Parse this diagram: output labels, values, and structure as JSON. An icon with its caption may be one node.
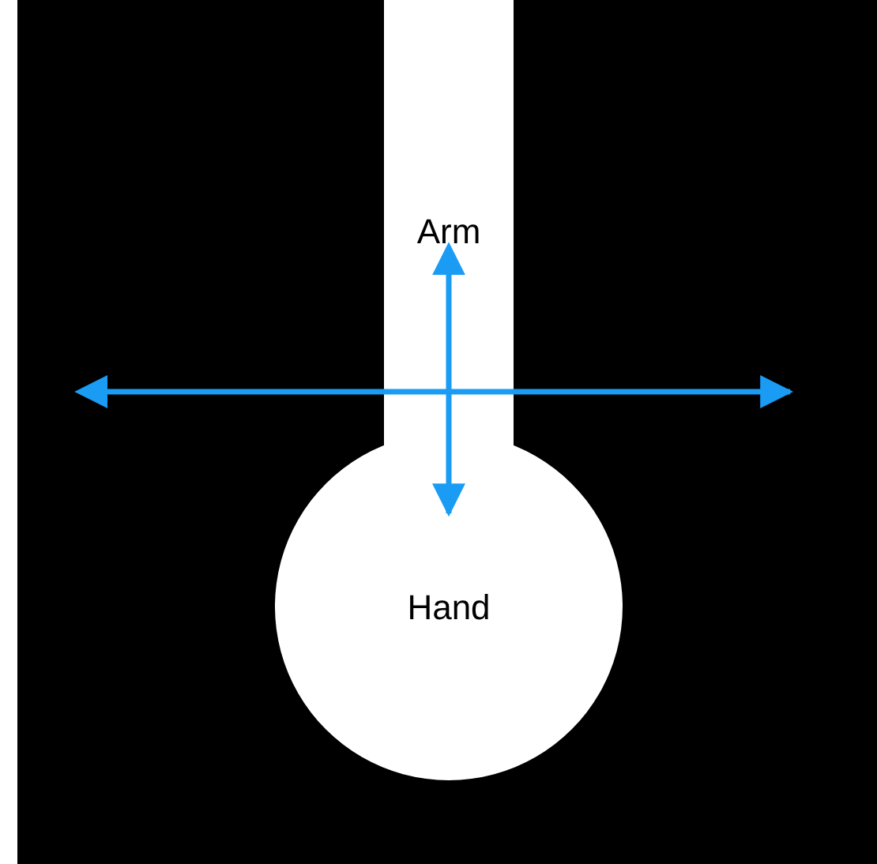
{
  "diagram": {
    "nodes": [
      {
        "text": [
          "Arm"
        ]
      },
      {
        "text": [
          "Hand"
        ]
      }
    ],
    "edges": [
      {
        "from": 0,
        "to": 1,
        "arrow": "both"
      }
    ]
  }
}
